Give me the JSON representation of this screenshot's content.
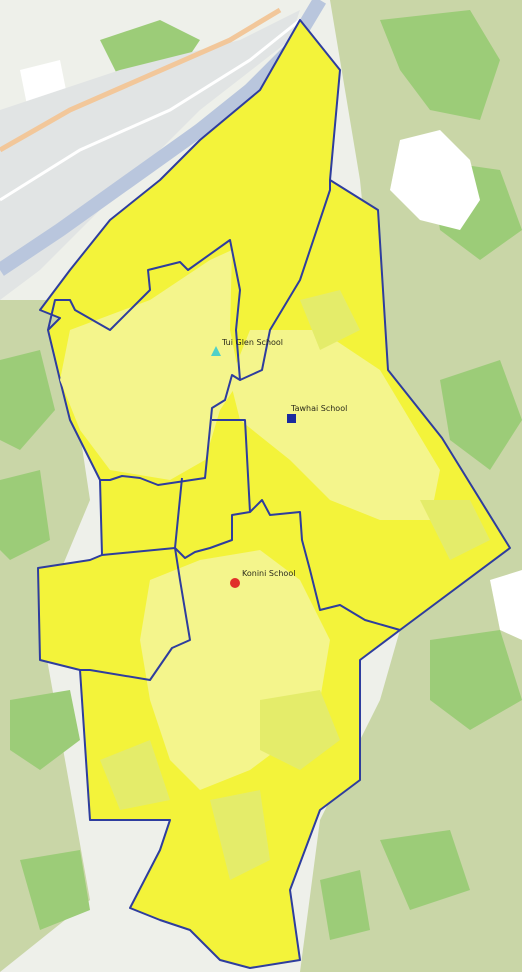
{
  "map": {
    "colors": {
      "background": "#eef0ea",
      "zone_fill": "#f3f33a",
      "zone_fill_pale": "#f4f58c",
      "zone_border": "#2e3d9e",
      "river": "#b9c6dd",
      "vegetation": "#bfd09a",
      "vegetation_dark": "#8fbe6e",
      "green_patch": "#a9d49a",
      "white_patch": "#ffffff",
      "road_orange": "#f2c79a",
      "school_triangle": "#4fd0c8",
      "school_square": "#1a2a9e",
      "school_circle": "#e0312a"
    },
    "schools": [
      {
        "name": "Tui Glen School",
        "marker": "triangle"
      },
      {
        "name": "Tawhai School",
        "marker": "square"
      },
      {
        "name": "Konini School",
        "marker": "circle"
      }
    ]
  }
}
